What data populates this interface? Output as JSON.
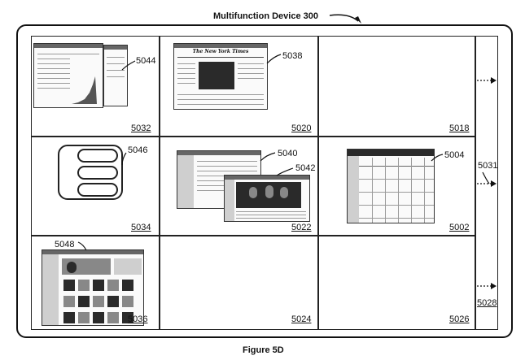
{
  "device_label": "Multifunction Device 300",
  "figure_caption": "Figure 5D",
  "cells": {
    "c5032": "5032",
    "c5020": "5020",
    "c5018": "5018",
    "c5034": "5034",
    "c5022": "5022",
    "c5002": "5002",
    "c5036": "5036",
    "c5024": "5024",
    "c5026": "5026"
  },
  "callouts": {
    "a5044": "5044",
    "a5038": "5038",
    "a5046": "5046",
    "a5040": "5040",
    "a5042": "5042",
    "a5004": "5004",
    "a5048": "5048"
  },
  "side_column": {
    "label_5031": "5031",
    "label_5028": "5028"
  },
  "thumbnails": {
    "newspaper_masthead": "The New York Times"
  }
}
